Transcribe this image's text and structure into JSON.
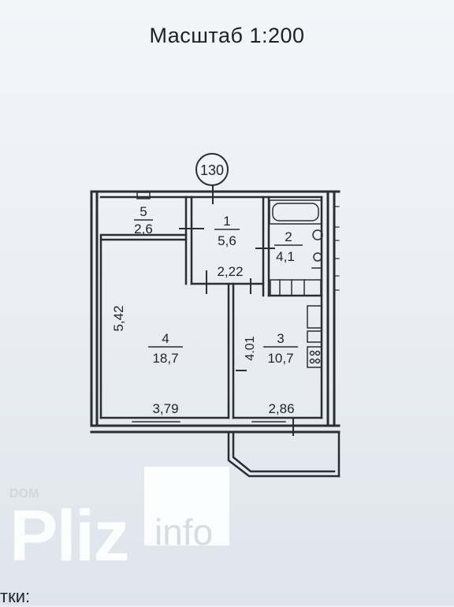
{
  "title": "Масштаб   1:200",
  "apartment_number": "130",
  "rooms": [
    {
      "id": "room-1",
      "number": "1",
      "area": "5,6"
    },
    {
      "id": "room-2",
      "number": "2",
      "area": "4,1"
    },
    {
      "id": "room-3",
      "number": "3",
      "area": "10,7"
    },
    {
      "id": "room-4",
      "number": "4",
      "area": "18,7"
    },
    {
      "id": "room-5",
      "number": "5",
      "area": "2,6"
    }
  ],
  "dimensions": {
    "corridor_width": "2,22",
    "room4_height": "5,42",
    "room4_width": "3,79",
    "room3_height": "4.01",
    "room3_width": "2,86"
  },
  "watermark": {
    "brand": "Pliz",
    "suffix": "info",
    "small": "DOM"
  },
  "footer": "тки:",
  "colors": {
    "line": "#2a2d33",
    "paper": "#eef1f6"
  }
}
